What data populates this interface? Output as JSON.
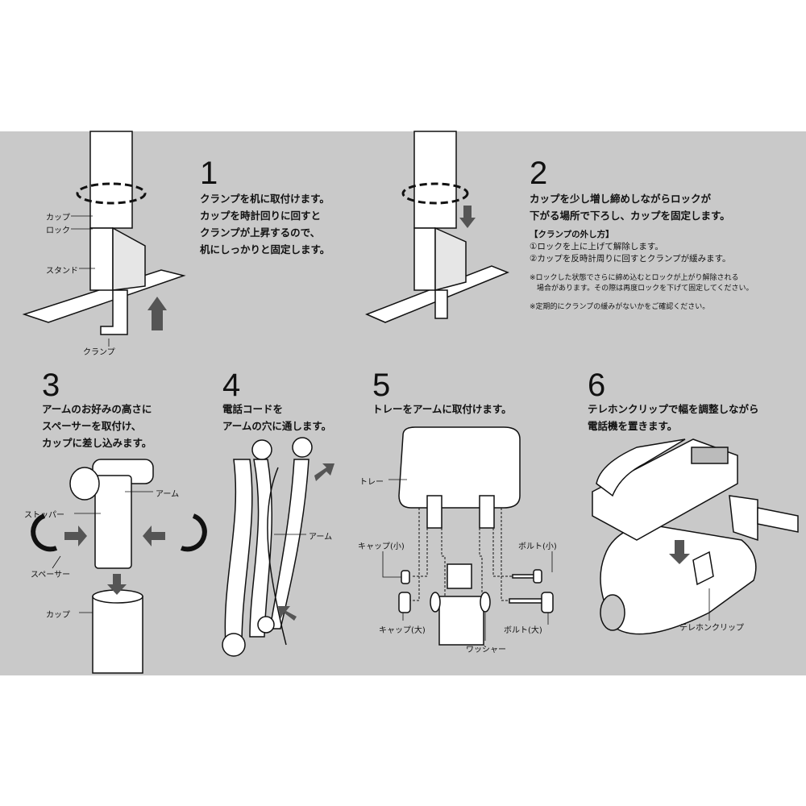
{
  "steps": [
    {
      "number": "1",
      "text": "クランプを机に取付けます。\nカップを時計回りに回すと\nクランプが上昇するので、\n机にしっかりと固定します。",
      "labels": {
        "cup": "カップ",
        "lock": "ロック",
        "stand": "スタンド",
        "clamp": "クランプ"
      }
    },
    {
      "number": "2",
      "text": "カップを少し増し締めしながらロックが\n下がる場所で下ろし、カップを固定します。",
      "removal_title": "【クランプの外し方】",
      "removal_steps": "①ロックを上に上げて解除します。\n②カップを反時計周りに回すとクランプが緩みます。",
      "note1": "※ロックした状態でさらに締め込むとロックが上がり解除される\n　場合があります。その際は再度ロックを下げて固定してください。",
      "note2": "※定期的にクランプの緩みがないかをご確認ください。"
    },
    {
      "number": "3",
      "text": "アームのお好みの高さに\nスペーサーを取付け、\nカップに差し込みます。",
      "labels": {
        "arm": "アーム",
        "stopper": "ストッパー",
        "spacer": "スペーサー",
        "cup": "カップ"
      }
    },
    {
      "number": "4",
      "text": "電話コードを\nアームの穴に通します。",
      "labels": {
        "arm": "アーム"
      }
    },
    {
      "number": "5",
      "text": "トレーをアームに取付けます。",
      "labels": {
        "tray": "トレー",
        "cap_small": "キャップ(小)",
        "cap_large": "キャップ(大)",
        "bolt_small": "ボルト(小)",
        "bolt_large": "ボルト(大)",
        "washer": "ワッシャー"
      }
    },
    {
      "number": "6",
      "text": "テレホンクリップで幅を調整しながら\n電話機を置きます。",
      "labels": {
        "clip": "テレホンクリップ"
      }
    }
  ]
}
